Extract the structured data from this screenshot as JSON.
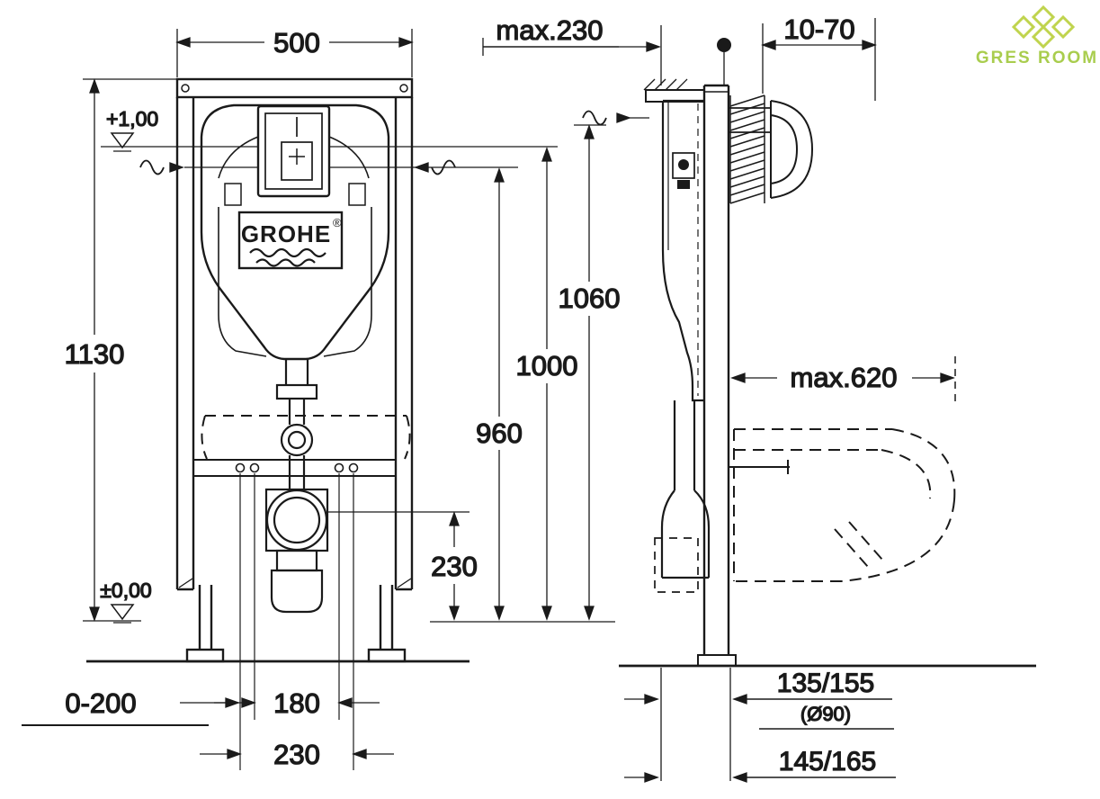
{
  "watermark": {
    "name": "GRES ROOM"
  },
  "logo": {
    "brand": "GROHE",
    "registered": "®"
  },
  "front_view": {
    "frame_width": "500",
    "frame_height": "1130",
    "level_plus": "+1,00",
    "level_zero": "±0,00",
    "foot_adjustment": "0-200",
    "fixing_180": "180",
    "fixing_230": "230"
  },
  "heights": {
    "h960": "960",
    "h1000": "1000",
    "h1060": "1060",
    "outlet_height": "230"
  },
  "side_view": {
    "max_depth": "max.230",
    "wall_thickness": "10-70",
    "max_bowl_depth": "max.620",
    "outlet_offset_a": "135/155",
    "outlet_diameter": "(Ø90)",
    "outlet_offset_b": "145/165"
  }
}
